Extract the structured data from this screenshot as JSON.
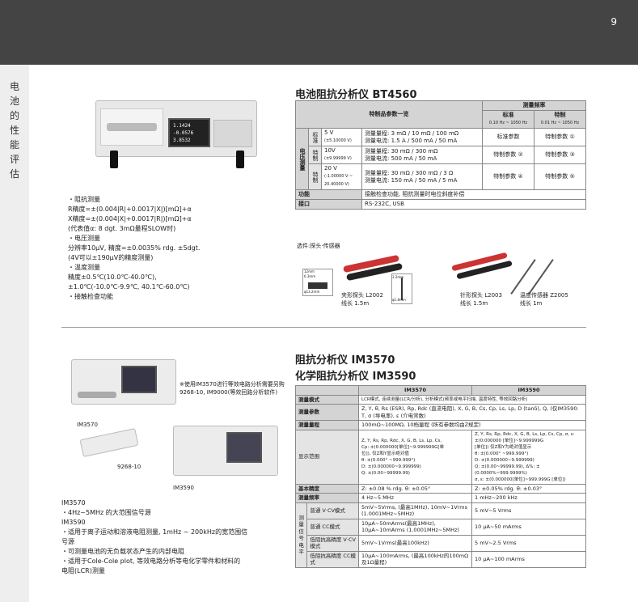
{
  "page_number": "9",
  "sidebar": {
    "text": "电池的性能评估"
  },
  "bt4560": {
    "title": "电池阻抗分析仪 BT4560",
    "spec": [
      "・阻抗测量",
      "  R精度=±(0.004|R|+0.0017|X|)[mΩ]+α",
      "  X精度=±(0.004|X|+0.0017|R|)[mΩ]+α",
      "  (代表值α: 8 dgt.   3mΩ量程SLOW时)",
      "・电压测量",
      "  分辨率10μV, 精度=±0.0035% rdg. ±5dgt.",
      "  (4V可以±190μV的精度测量)",
      "・温度测量",
      "  精度±0.5℃(10.0℃-40.0℃),",
      "  ±1.0℃(-10.0℃-9.9℃, 40.1℃-60.0℃)",
      "・接触检查功能"
    ],
    "table": {
      "h_params": "特制品参数一览",
      "h_freq": "测量频率",
      "h_std": "标准",
      "h_std_range": "0.10 Hz ~ 1050 Hz",
      "h_custom": "特制",
      "h_custom_range": "0.01 Hz ~ 1050 Hz",
      "group": "电压测量",
      "rows": [
        {
          "kind": "标准",
          "v": "5 V",
          "vsub": "(±5.10000 V)",
          "rng_lbl": "测量量程:",
          "rng": "3 mΩ / 10 mΩ / 100 mΩ",
          "cur_lbl": "测量电流:",
          "cur": "1.5 A / 500 mA / 50 mA",
          "std": "标准参数",
          "custom": "特制参数",
          "n": "①"
        },
        {
          "kind": "特制",
          "v": "10V",
          "vsub": "(±9.99999 V)",
          "rng_lbl": "测量量程:",
          "rng": "30 mΩ / 300 mΩ",
          "cur_lbl": "测量电流:",
          "cur": "500 mA / 50 mA",
          "std": "特制参数",
          "n2": "②",
          "custom": "特制参数",
          "n": "③"
        },
        {
          "kind": "特制",
          "v": "20 V",
          "vsub": "(-1.00000 V ~ 20.40000 V)",
          "rng_lbl": "测量量程:",
          "rng": "30 mΩ / 300 mΩ / 3 Ω",
          "cur_lbl": "测量电流:",
          "cur": "150 mA / 50 mA / 5 mA",
          "std": "特制参数",
          "n2": "④",
          "custom": "特制参数",
          "n": "⑤"
        }
      ],
      "func_lbl": "功能",
      "func": "接触检查功能, 阻抗测量时电位斜度补偿",
      "if_lbl": "接口",
      "if": "RS-232C, USB"
    },
    "options_label": "选件:探头·传感器",
    "probes": [
      {
        "name": "夹形探头 L2002",
        "len": "线长 1.5m"
      },
      {
        "name": "针形探头 L2003",
        "len": "线长 1.5m"
      },
      {
        "name": "温度传感器 Z2005",
        "len": "线长 1m"
      }
    ],
    "dims": [
      "12mm",
      "6.3mm",
      "φ13.2mm",
      "3.2mm",
      "φ1.8mm"
    ],
    "screen": {
      "l1": "1.1424",
      "l2": "-0.0576",
      "l3": "3.8532"
    }
  },
  "im": {
    "title1": "阻抗分析仪 IM3570",
    "title2": "化学阻抗分析仪 IM3590",
    "note": "※使用IM3570进行等效电路分析需要另购9268-10, IM9000(等效回路分析软件)",
    "img_labels": [
      "IM3570",
      "9268-10",
      "IM3590"
    ],
    "desc": [
      "IM3570",
      "・4Hz~5MHz 的大范围信号源",
      "IM3590",
      "・适用于离子运动和溶液电阻测量, 1mHz ~ 200kHz的宽范围信",
      "  号源",
      "・可测量电池的无负载状态产生的内部电阻",
      "・适用于Cole-Cole plot, 等效电路分析等电化学零件和材料的",
      "  电阻(LCR)测量"
    ],
    "table": {
      "h1": "IM3570",
      "h2": "IM3590",
      "mode_lbl": "测量模式",
      "mode": "LCR模式, 连续测量(LCR/分析), 分析模式(频率或电平扫描, 温度特性, 等效回路分析)",
      "param_lbl": "测量参数",
      "param": "Z, Y, θ, Rs (ESR), Rp, Rdc (直流电阻), X, G, B, Cs, Cp, Ls, Lp, D (tanδ), Q, (仅IM3590: T, σ (导电率), ε (介电常数)",
      "range_lbl": "测量量程",
      "range": "100mΩ~100MΩ, 10档量程 (所有参数均由Z规定)",
      "disp_lbl": "显示范围",
      "disp1": [
        "Z, Y, Rs, Rp, Rdc, X, G, B, Ls, Lp, Cs,",
        "Cp: ±(0.000000[单位]~9.999999G[单",
        "位]), 仅Z和Y显示绝对值",
        "θ: ±(0.000° ~999.999°)",
        "D: ±(0.000000~9.999999)",
        "Q: ±(0.00~99999.99)"
      ],
      "disp2": [
        "Z, Y, Rs, Rp, Rdc, X, G, B, Ls, Lp, Cs, Cp, σ, ε:",
        "±(0.000000 [单位]~9.999999G",
        "[单位]) 仅Z和Y为绝对值显示",
        "θ: ±(0.000° ~999.999°)",
        "D: ±(0.000000~9.999999)",
        "Q: ±(0.00~99999.99), Δ%: ±(0.0000%~999.9999%)",
        "σ, ε: ±(0.000000[单位]~999.999G [单位])"
      ],
      "acc_lbl": "基本精度",
      "acc1": "Z: ±0.08 % rdg.  θ: ±0.05°",
      "acc2": "Z: ±0.05% rdg.  θ: ±0.03°",
      "freq_lbl": "测量频率",
      "freq1": "4 Hz~5 MHz",
      "freq2": "1 mHz~200 kHz",
      "lvl_lbl": "测量信号电平",
      "lvl": [
        {
          "mode": "普通 V·CV模式",
          "a": "5mV~5Vrms, (最高1MHz), 10mV~1Vrms (1.0001MHz~5MHz)",
          "b": "5 mV~5 Vrms"
        },
        {
          "mode": "普通 CC模式",
          "a": "10μA~50mArms(最高1MHz), 10μA~10mArms (1.0001MHz~5MHz)",
          "b": "10 μA~50 mArms"
        },
        {
          "mode": "低阻抗高精度 V·CV模式",
          "a": "5mV~1Vrms(最高100kHz)",
          "b": "5 mV~2.5 Vrms"
        },
        {
          "mode": "低阻抗高精度 CC模式",
          "a": "10μA~100mArms, (最高100kHz的100mΩ及1Ω量程)",
          "b": "10 μA~100 mArms"
        }
      ]
    }
  },
  "colors": {
    "header": "#444444",
    "table_header": "#d4d4d4",
    "sidebar": "#eeeeee"
  }
}
